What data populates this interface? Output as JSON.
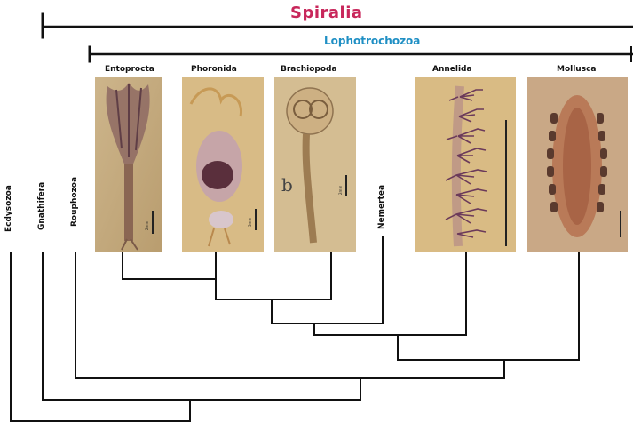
{
  "brackets": {
    "spiralia": "Spiralia",
    "lophotrochozoa": "Lophotrochozoa"
  },
  "taxa": {
    "entoprocta": "Entoprocta",
    "phoronida": "Phoronida",
    "brachiopoda": "Brachiopoda",
    "annelida": "Annelida",
    "mollusca": "Mollusca",
    "ecdysozoa": "Ecdysozoa",
    "gnathifera": "Gnathifera",
    "rouphozoa": "Rouphozoa",
    "nemertea": "Nemertea"
  },
  "scale_labels": {
    "entoprocta": "2mm",
    "phoronida": "5mm",
    "brachiopoda": "2mm"
  },
  "colors": {
    "spiralia": "#c8275b",
    "lophotrochozoa": "#1f8fc4",
    "tree_lines": "#111111"
  }
}
